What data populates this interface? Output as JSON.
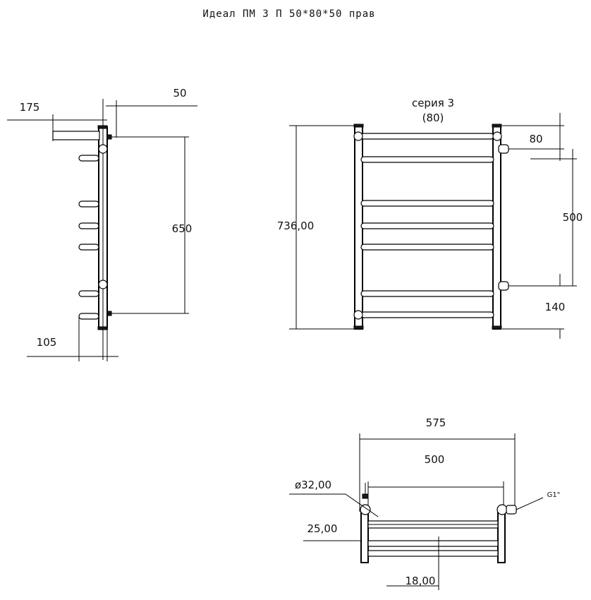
{
  "title": "Идеал ПМ 3 П 50*80*50 прав",
  "side_view": {
    "dim_175": "175",
    "dim_50": "50",
    "dim_650": "650",
    "dim_105": "105"
  },
  "front_view": {
    "series_label": "серия 3",
    "series_sub": "(80)",
    "dim_736": "736,00",
    "dim_80": "80",
    "dim_500": "500",
    "dim_140": "140"
  },
  "top_view": {
    "dim_575": "575",
    "dim_500": "500",
    "dim_d32": "ø32,00",
    "dim_25": "25,00",
    "dim_18": "18,00",
    "thread": "G1\""
  }
}
